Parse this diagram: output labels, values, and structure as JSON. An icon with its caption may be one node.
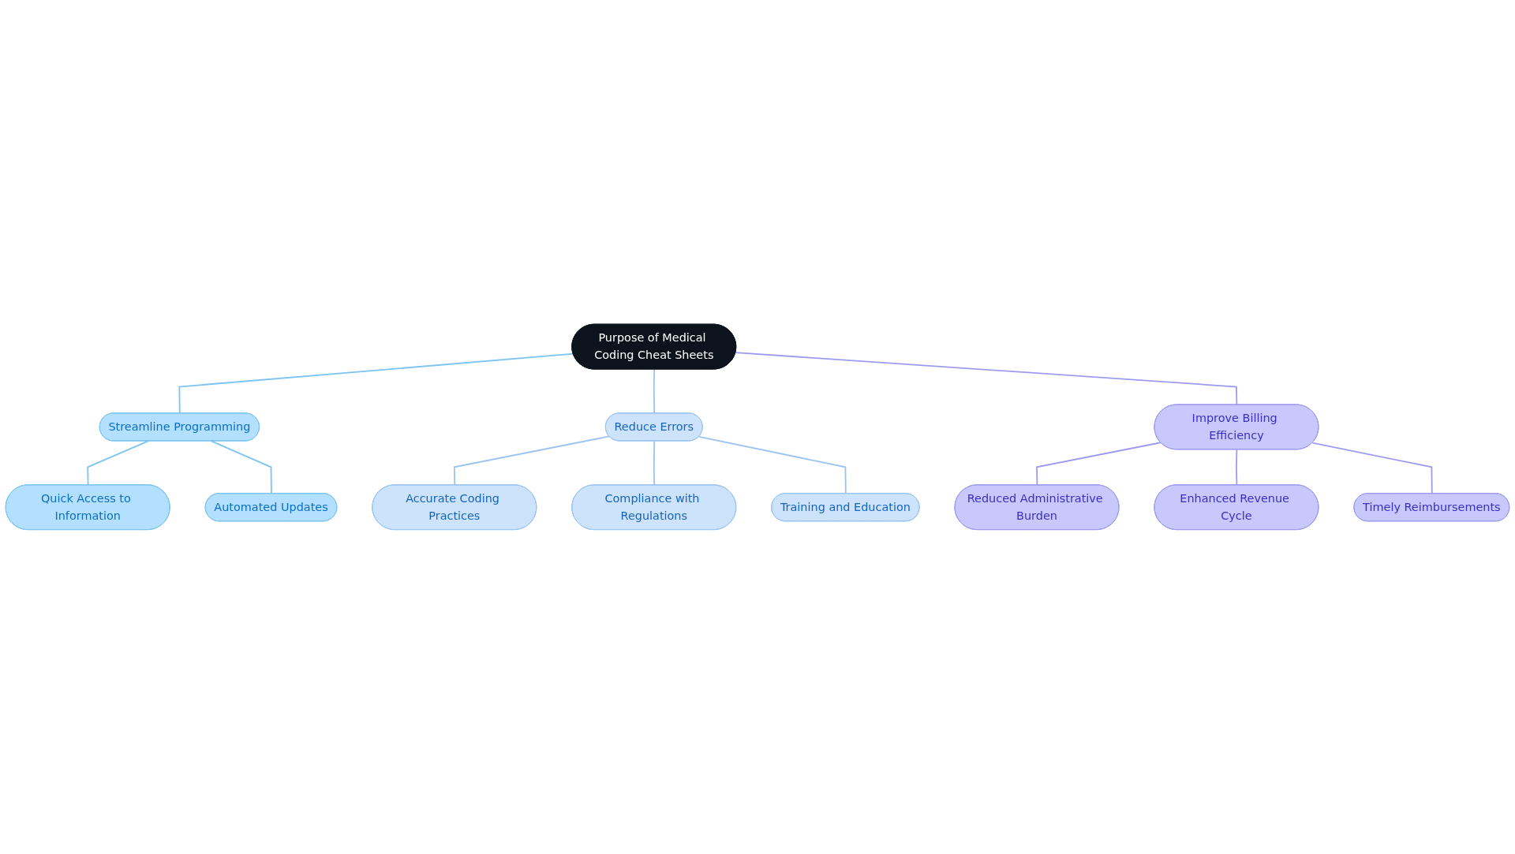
{
  "diagram": {
    "nodes": [
      {
        "text": [
          "Purpose of Medical Coding Cheat Sheets"
        ]
      },
      {
        "text": [
          "Streamline Programming"
        ]
      },
      {
        "text": [
          "Quick Access to Information"
        ]
      },
      {
        "text": [
          "Automated Updates"
        ]
      },
      {
        "text": [
          "Reduce Errors"
        ]
      },
      {
        "text": [
          "Accurate Coding Practices"
        ]
      },
      {
        "text": [
          "Compliance with Regulations"
        ]
      },
      {
        "text": [
          "Training and Education"
        ]
      },
      {
        "text": [
          "Improve Billing Efficiency"
        ]
      },
      {
        "text": [
          "Reduced Administrative Burden"
        ]
      },
      {
        "text": [
          "Enhanced Revenue Cycle"
        ]
      },
      {
        "text": [
          "Timely Reimbursements"
        ]
      }
    ],
    "edges": [
      {
        "from": 0,
        "to": 1,
        "arrow": "none",
        "color": "#7cc4f2"
      },
      {
        "from": 1,
        "to": 2,
        "arrow": "none",
        "color": "#7cc4f2"
      },
      {
        "from": 1,
        "to": 3,
        "arrow": "none",
        "color": "#7cc4f2"
      },
      {
        "from": 0,
        "to": 4,
        "arrow": "none",
        "color": "#9ac4f0"
      },
      {
        "from": 4,
        "to": 5,
        "arrow": "none",
        "color": "#9ac4f0"
      },
      {
        "from": 4,
        "to": 6,
        "arrow": "none",
        "color": "#9ac4f0"
      },
      {
        "from": 4,
        "to": 7,
        "arrow": "none",
        "color": "#9ac4f0"
      },
      {
        "from": 0,
        "to": 8,
        "arrow": "none",
        "color": "#9d9bf0"
      },
      {
        "from": 8,
        "to": 9,
        "arrow": "none",
        "color": "#9d9bf0"
      },
      {
        "from": 8,
        "to": 10,
        "arrow": "none",
        "color": "#9d9bf0"
      },
      {
        "from": 8,
        "to": 11,
        "arrow": "none",
        "color": "#9d9bf0"
      }
    ]
  }
}
